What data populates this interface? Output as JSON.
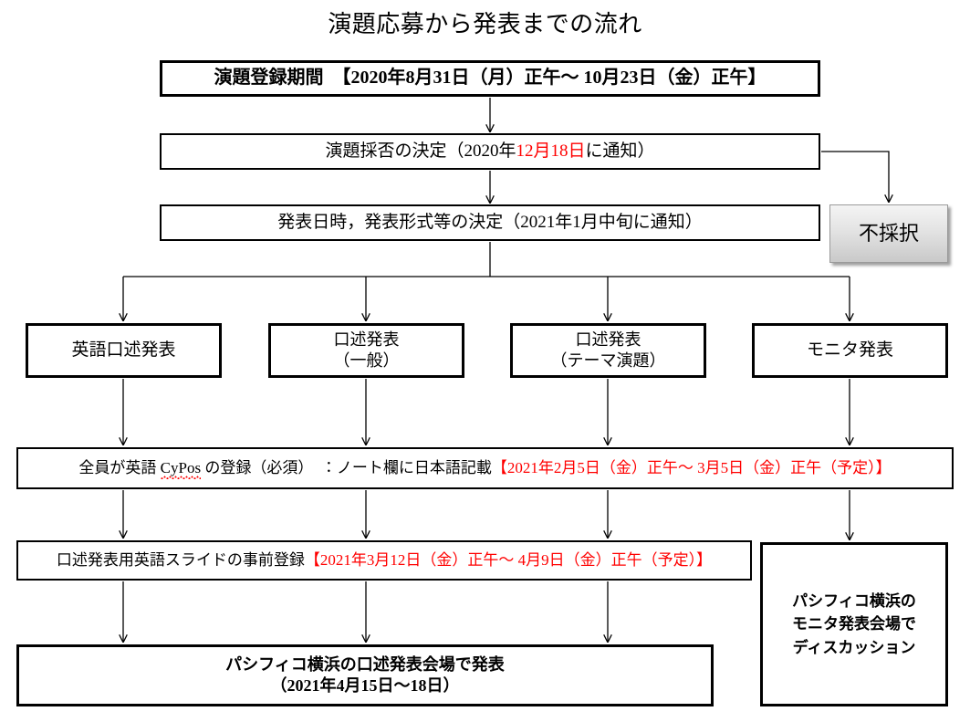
{
  "title": "演題応募から発表までの流れ",
  "colors": {
    "accent_red": "#ff0000",
    "text": "#000000",
    "box_border": "#000000",
    "reject_fill_light": "#f4f4f4",
    "reject_fill_dark": "#c9c9c9",
    "background": "#ffffff"
  },
  "nodes": {
    "register": {
      "label_plain": "演題登録期間　【2020年8月31日（月）正午～ 10月23日（金）正午】",
      "lead": "演題登録期間　",
      "period": "【2020年8月31日（月）正午～ 10月23日（金）正午】"
    },
    "decision": {
      "label_plain": "演題採否の決定（2020年12月18日に通知）",
      "pre": "演題採否の決定（2020年",
      "highlight": "12月18日",
      "post": "に通知）"
    },
    "schedule": {
      "label_plain": "発表日時，発表形式等の決定（2021年1月中旬に通知）"
    },
    "reject": {
      "label_plain": "不採択"
    },
    "oral_en": {
      "label_plain": "英語口述発表"
    },
    "oral_general": {
      "line1": "口述発表",
      "line2": "（一般）"
    },
    "oral_theme": {
      "line1": "口述発表",
      "line2": "（テーマ演題）"
    },
    "monitor": {
      "label_plain": "モニタ発表"
    },
    "cypos": {
      "pre_a": "全員が英語 ",
      "spellword": "CyPos",
      "pre_b": " の登録（必須）　：ノート欄に日本語記載",
      "highlight": "【2021年2月5日（金）正午～ 3月5日（金）正午（予定）】"
    },
    "slides": {
      "pre": "口述発表用英語スライドの事前登録",
      "highlight": "【2021年3月12日（金）正午～ 4月9日（金）正午（予定）】"
    },
    "oral_venue": {
      "line1": "パシフィコ横浜の口述発表会場で発表",
      "line2": "（2021年4月15日～18日）"
    },
    "monitor_venue": {
      "line1": "パシフィコ横浜の",
      "line2": "モニタ発表会場で",
      "line3": "ディスカッション"
    }
  }
}
